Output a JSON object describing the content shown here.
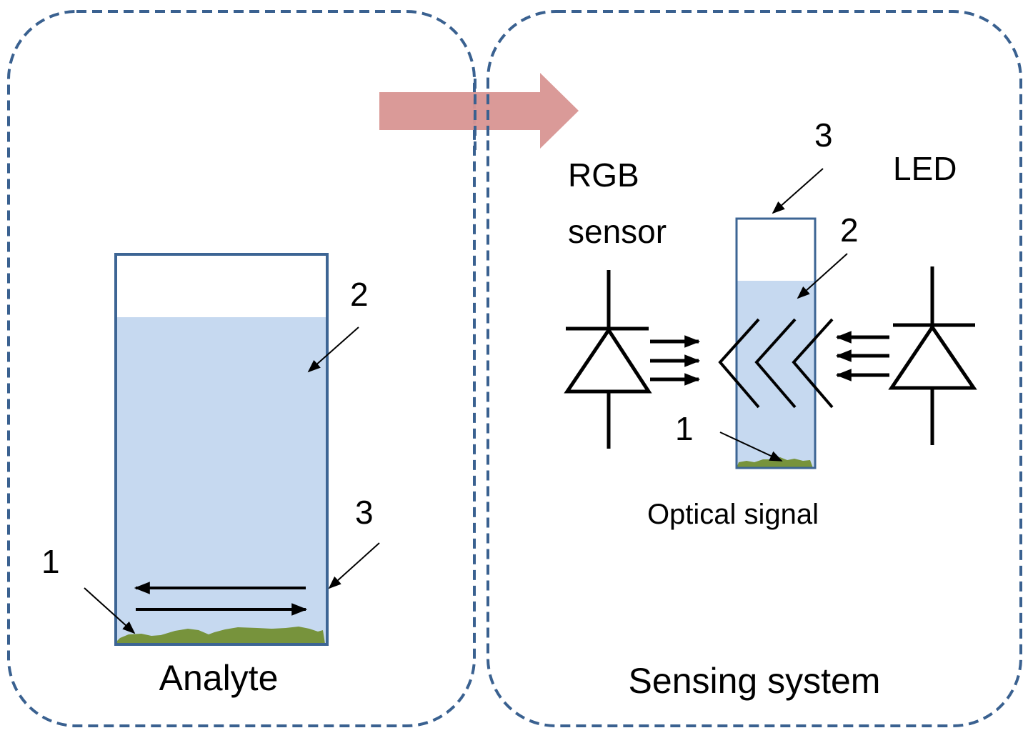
{
  "diagram": {
    "title_left": "Analyte",
    "title_right": "Sensing system",
    "colors": {
      "panel_border": "#3a6190",
      "vessel_border": "#3d6594",
      "liquid": "#c6d9f0",
      "sediment": "#77933c",
      "flow_arrow": "#d99694",
      "ink": "#000000"
    },
    "left_panel": {
      "label": "Analyte",
      "callouts": [
        {
          "id": "1",
          "text": "1",
          "target": "sediment"
        },
        {
          "id": "2",
          "text": "2",
          "target": "liquid"
        },
        {
          "id": "3",
          "text": "3",
          "target": "vessel wall"
        }
      ],
      "flow_arrows": [
        "left",
        "right"
      ]
    },
    "right_panel": {
      "label": "Sensing system",
      "sensor_label_line1": "RGB",
      "sensor_label_line2": "sensor",
      "source_label": "LED",
      "signal_label": "Optical signal",
      "callouts": [
        {
          "id": "1",
          "text": "1",
          "target": "sediment"
        },
        {
          "id": "2",
          "text": "2",
          "target": "liquid"
        },
        {
          "id": "3",
          "text": "3",
          "target": "vessel top"
        }
      ]
    }
  }
}
